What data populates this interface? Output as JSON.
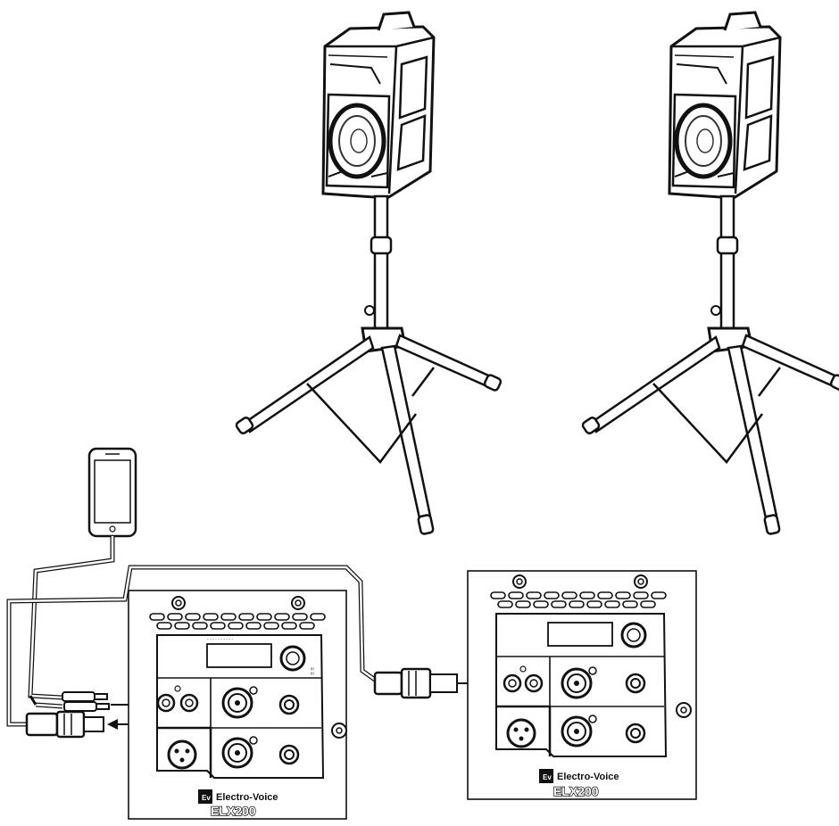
{
  "panels": {
    "left": {
      "brand": "Electro-Voice",
      "logo": "EV",
      "model": "ELX200"
    },
    "right": {
      "brand": "Electro-Voice",
      "logo": "EV",
      "model": "ELX200"
    }
  },
  "icons": {
    "speaker": "loudspeaker-on-tripod-stand",
    "phone": "smartphone",
    "rca": "rca-stereo-cable",
    "xlr": "xlr-connector"
  },
  "colors": {
    "line": "#1a1a1a",
    "fill": "#ffffff"
  }
}
